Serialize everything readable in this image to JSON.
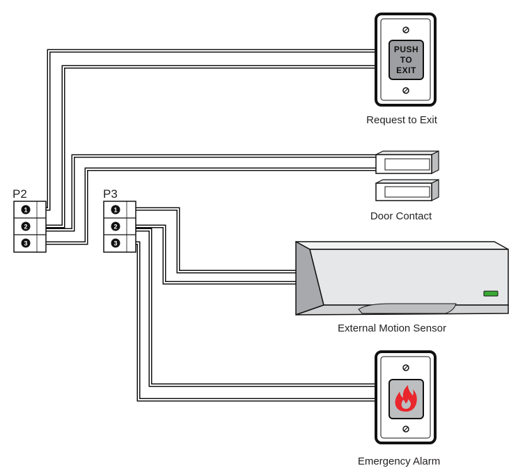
{
  "ports": {
    "p2": {
      "label": "P2",
      "pins": [
        "1",
        "2",
        "3"
      ]
    },
    "p3": {
      "label": "P3",
      "pins": [
        "1",
        "2",
        "3"
      ]
    }
  },
  "devices": {
    "request_to_exit": {
      "label": "Request to Exit",
      "button_lines": [
        "PUSH",
        "TO",
        "EXIT"
      ]
    },
    "door_contact": {
      "label": "Door Contact"
    },
    "motion_sensor": {
      "label": "External Motion Sensor",
      "indicator_color": "#3aa935"
    },
    "emergency_alarm": {
      "label": "Emergency Alarm",
      "flame_color": "#e8262b"
    }
  }
}
